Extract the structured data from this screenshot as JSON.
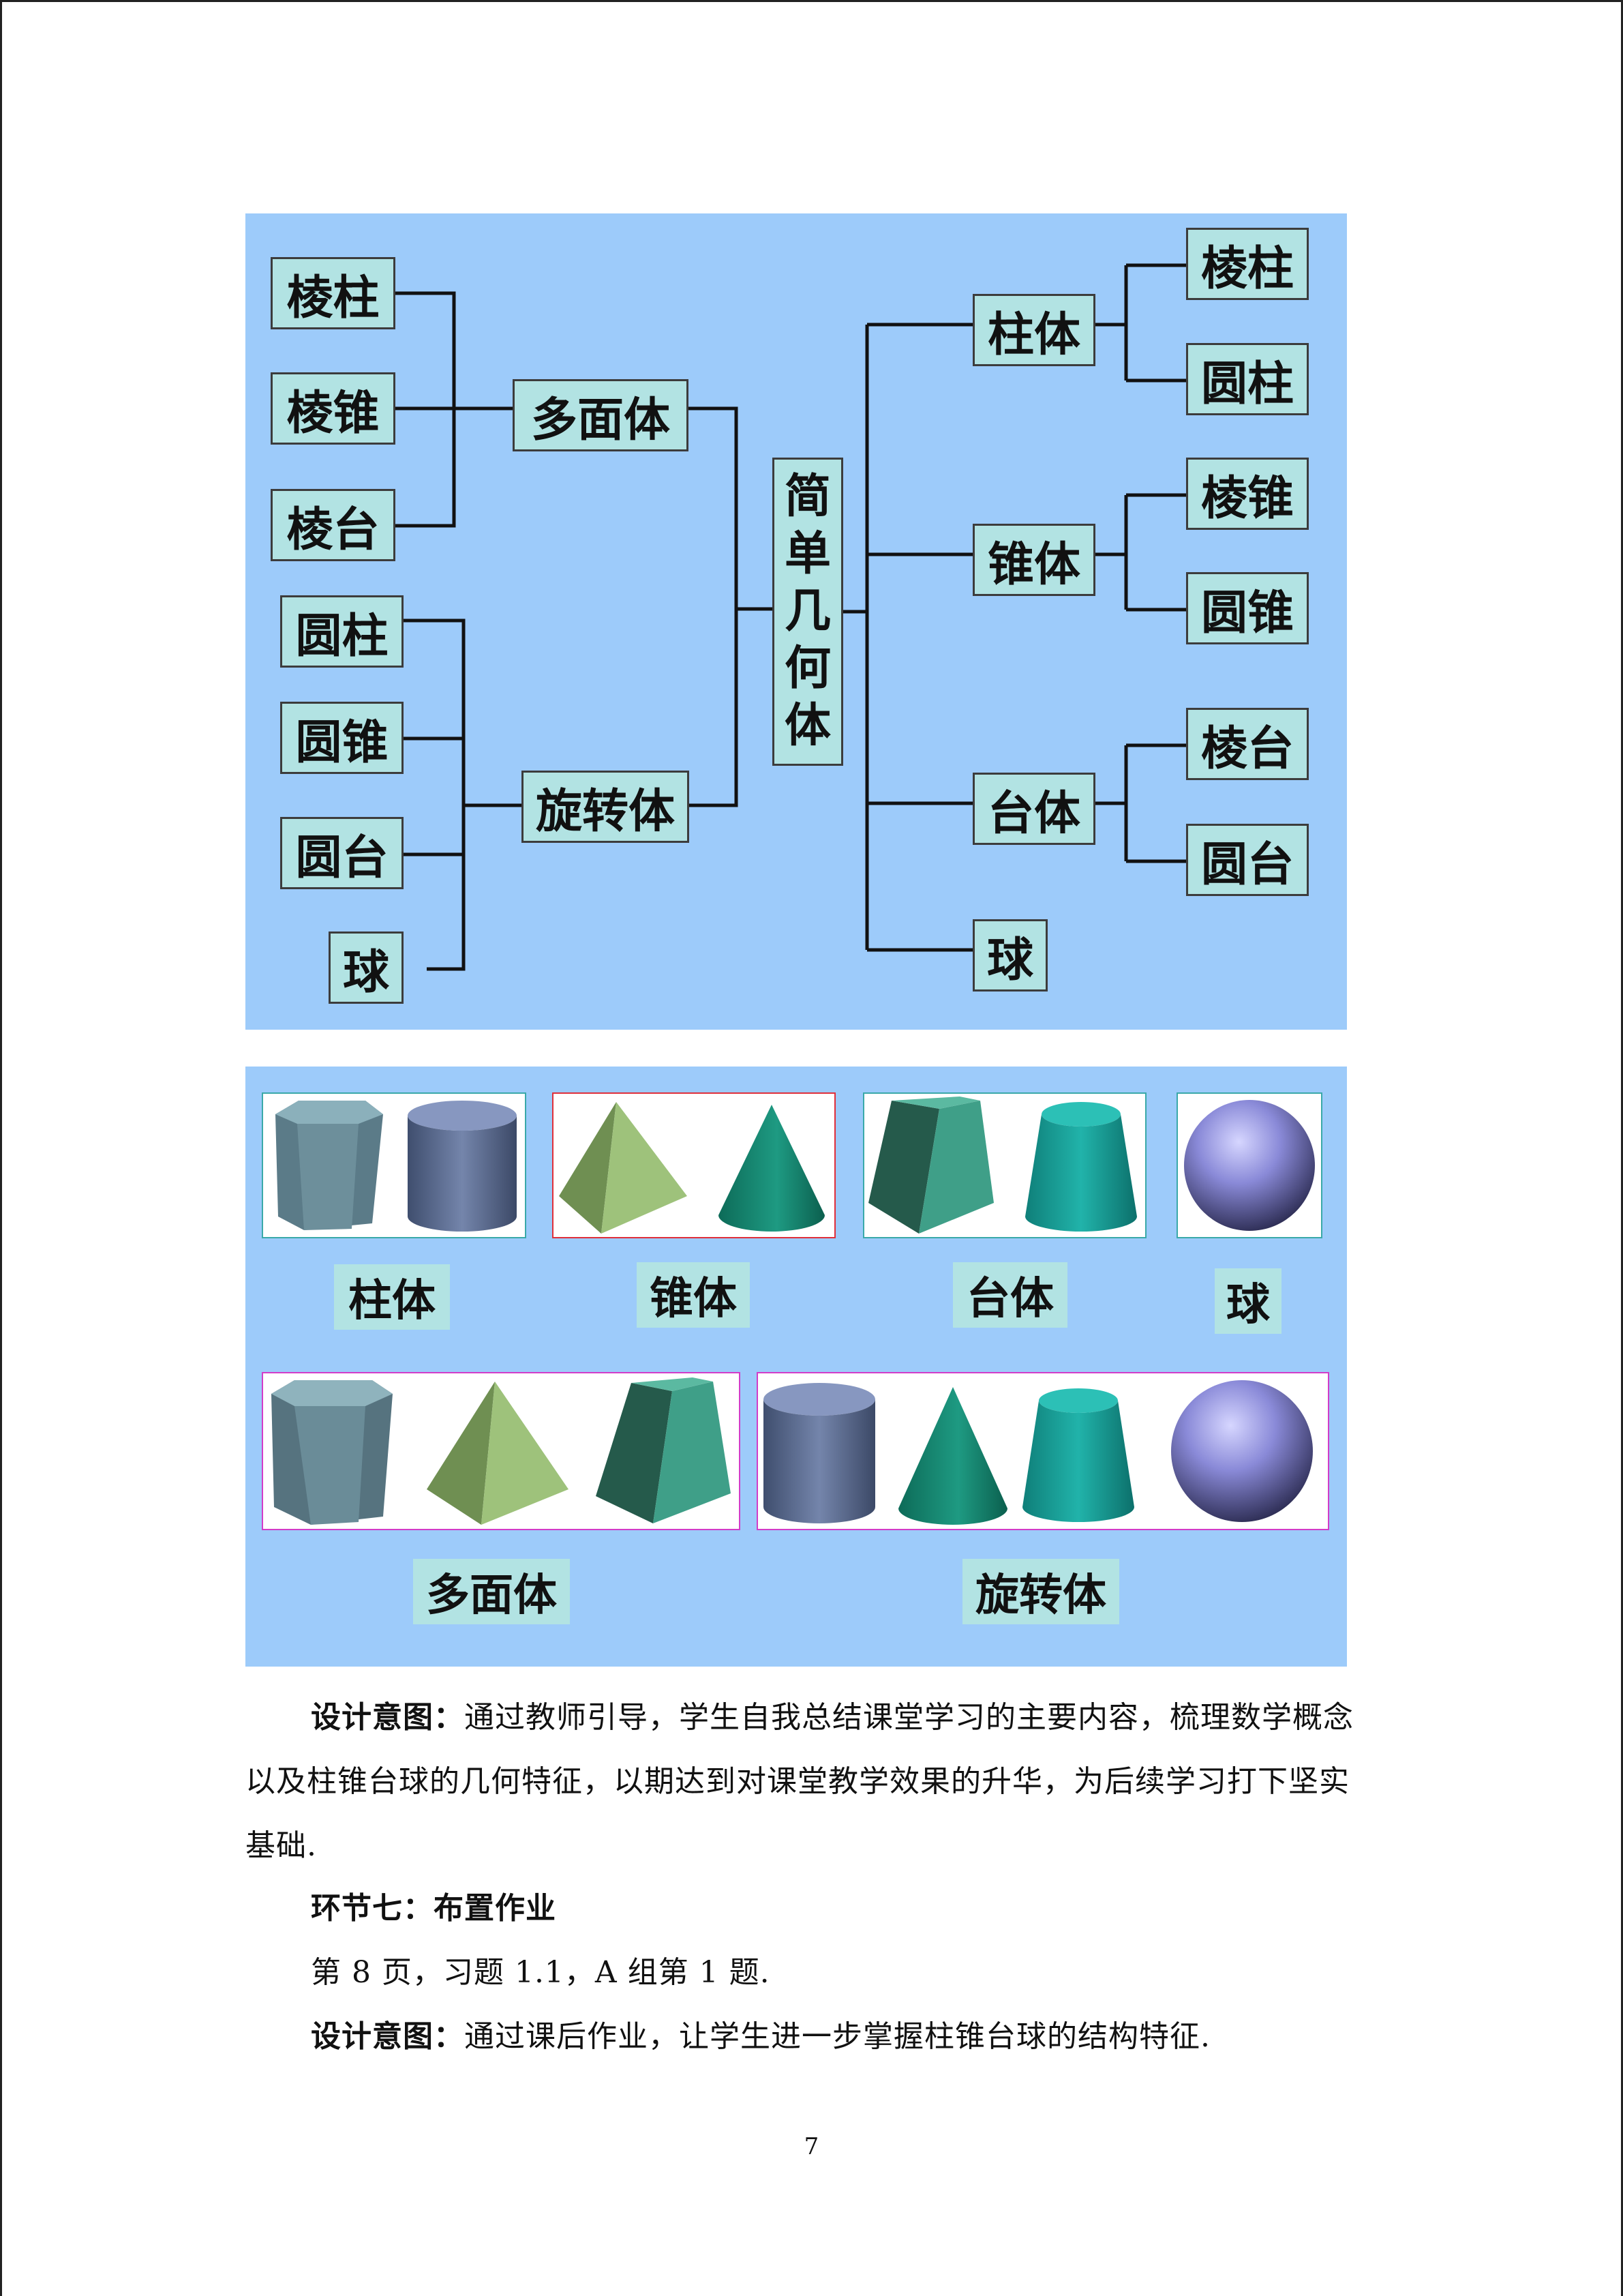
{
  "diagram": {
    "left_group": {
      "polyhedra": {
        "label": "多面体",
        "items": [
          "棱柱",
          "棱锥",
          "棱台"
        ]
      },
      "rotation": {
        "label": "旋转体",
        "items": [
          "圆柱",
          "圆锥",
          "圆台",
          "球"
        ]
      }
    },
    "center": {
      "label": "简单几何体",
      "chars": [
        "简",
        "单",
        "几",
        "何",
        "体"
      ]
    },
    "right_group": [
      {
        "label": "柱体",
        "items": [
          "棱柱",
          "圆柱"
        ]
      },
      {
        "label": "锥体",
        "items": [
          "棱锥",
          "圆锥"
        ]
      },
      {
        "label": "台体",
        "items": [
          "棱台",
          "圆台"
        ]
      },
      {
        "label": "球",
        "items": []
      }
    ]
  },
  "solids_panel": {
    "row1_labels": [
      "柱体",
      "锥体",
      "台体",
      "球"
    ],
    "row2_labels": [
      "多面体",
      "旋转体"
    ],
    "colors": {
      "prism": "#5c7e8a",
      "cylinder": "#6b7fa6",
      "pyramid": "#8db06a",
      "cone": "#1e8f7a",
      "frustum_prism": "#2f7d68",
      "frustum_cone": "#1aa39b",
      "sphere": "#8f8fd8"
    }
  },
  "text": {
    "para1_label": "设计意图：",
    "para1_body": "通过教师引导，学生自我总结课堂学习的主要内容，梳理数学概念以及柱锥台球的几何特征，以期达到对课堂教学效果的升华，为后续学习打下坚实基础.",
    "section_title": "环节七：布置作业",
    "homework": "第 8 页，习题 1.1，A 组第 1 题.",
    "para2_label": "设计意图：",
    "para2_body": "通过课后作业，让学生进一步掌握柱锥台球的结构特征."
  },
  "page_number": "7"
}
